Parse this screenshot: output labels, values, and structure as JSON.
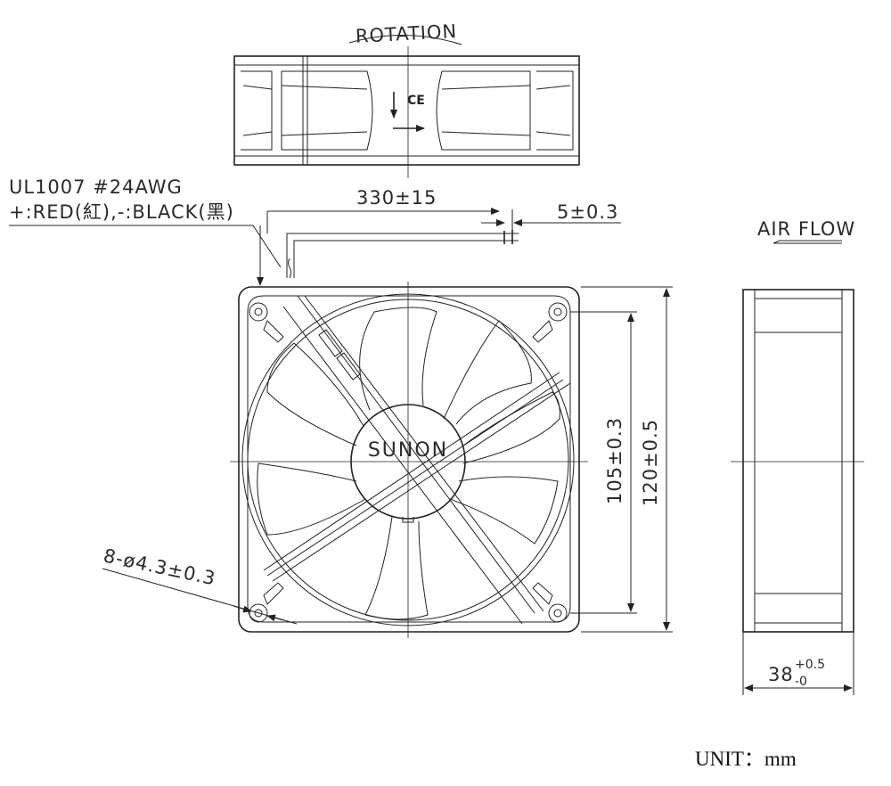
{
  "labels": {
    "rotation": "ROTATION",
    "ce_mark": "CE",
    "wire_spec": "UL1007 #24AWG",
    "wire_colors": "+:RED(紅),-:BLACK(黑)",
    "lead_length": "330±15",
    "strip_length": "5±0.3",
    "air_flow": "AIR FLOW",
    "brand": "SUNON",
    "hole_spec": "8-ø4.3±0.3",
    "hole_pitch": "105±0.3",
    "frame_size": "120±0.5",
    "depth_base": "38",
    "depth_tol_upper": "+0.5",
    "depth_tol_lower": "-0",
    "unit": "UNIT：mm"
  }
}
